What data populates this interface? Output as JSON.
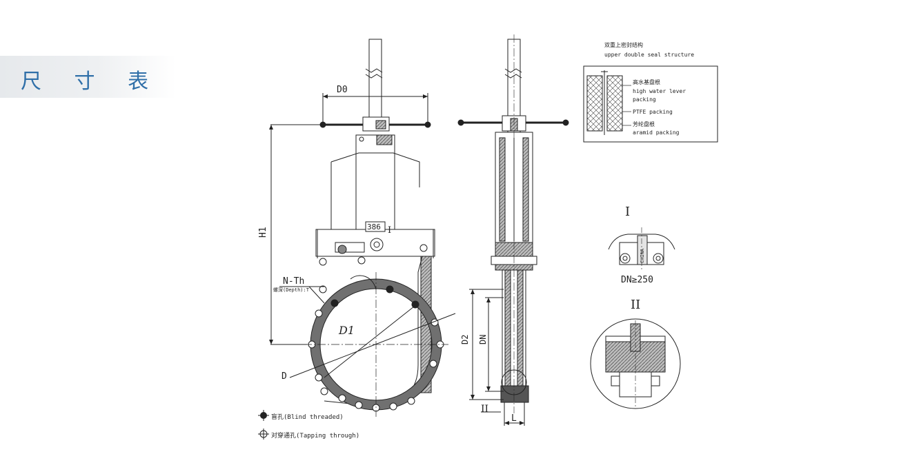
{
  "header": {
    "title": "尺 寸 表"
  },
  "front_view": {
    "labels": {
      "d0": "D0",
      "h1": "H1",
      "dim_386": "386",
      "detail_i": "I",
      "nth": "N-Th",
      "depth_note": "螺深(Depth):T",
      "d1": "D1",
      "d": "D"
    }
  },
  "side_view": {
    "labels": {
      "d2": "D2",
      "dn": "DN",
      "detail_ii": "II",
      "l": "L"
    }
  },
  "legend": {
    "blind": "盲孔(Blind threaded)",
    "tapping": "对穿通孔(Tapping through)"
  },
  "seal_box": {
    "title_cn": "双重上密封结构",
    "title_en": "upper double seal structure",
    "packing1_cn": "高水基盘根",
    "packing1_en_1": "high water lever",
    "packing1_en_2": "packing",
    "ptfe": "PTFE packing",
    "aramid_cn": "芳纶盘根",
    "aramid_en": "aramid packing"
  },
  "detail_i": {
    "title": "I",
    "caption": "DN≥250",
    "marking": "CHINA"
  },
  "detail_ii": {
    "title": "II"
  }
}
